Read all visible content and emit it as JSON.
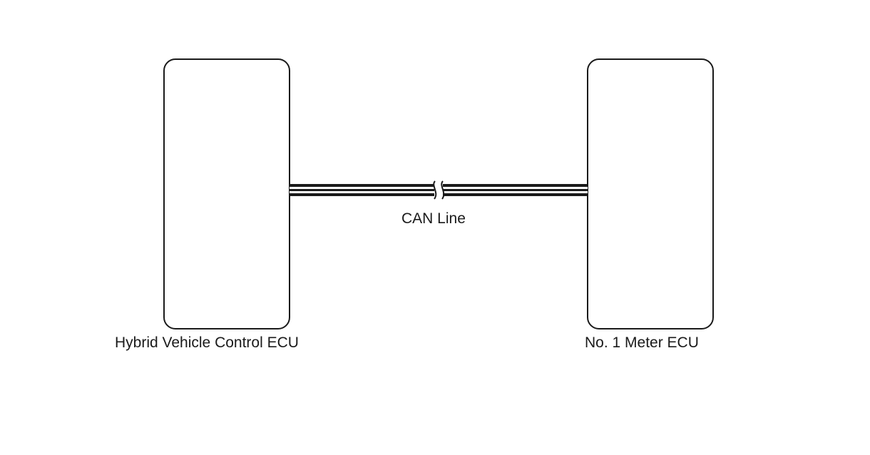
{
  "diagram": {
    "left_node": {
      "label": "Hybrid Vehicle Control ECU"
    },
    "right_node": {
      "label": "No. 1 Meter ECU"
    },
    "connection": {
      "label": "CAN Line"
    }
  },
  "colors": {
    "stroke": "#1a1a1a",
    "background": "#ffffff",
    "wire_fill": "#ffffff"
  }
}
